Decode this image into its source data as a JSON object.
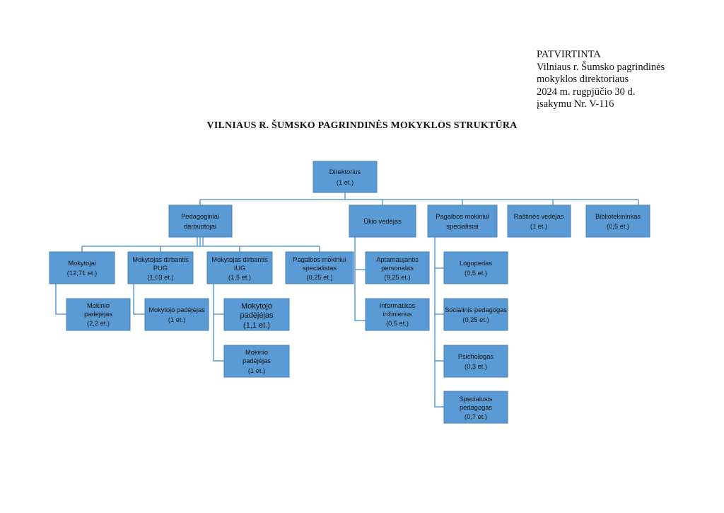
{
  "approval": {
    "lines": [
      "PATVIRTINTA",
      "Vilniaus r. Šumsko pagrindinės",
      "mokyklos direktoriaus",
      "2024 m. rugpjūčio 30 d.",
      "įsakymu Nr. V-116"
    ]
  },
  "title": "VILNIAUS R. ŠUMSKO PAGRINDINĖS MOKYKLOS STRUKTŪRA",
  "colors": {
    "node_fill": "#5b9bd5",
    "connector": "#5b9bd5",
    "text": "#111111"
  },
  "org": {
    "director": {
      "name": "Direktorius",
      "count": "(1 et.)"
    },
    "pedagogical_staff": {
      "name": "Pedagoginiai darbuotojai"
    },
    "farm_manager": {
      "name": "Ūkio vedėjas"
    },
    "support_specialists": {
      "name": "Pagalbos mokiniui specialistai"
    },
    "office_manager": {
      "name": "Raštinės vedėjas",
      "count": "(1 et.)"
    },
    "librarian": {
      "name": "Bibliotekininkas",
      "count": "(0,5 et.)"
    },
    "teachers": {
      "name": "Mokytojai",
      "count": "(12,71 et.)"
    },
    "teacher_pug": {
      "name": "Mokytojas dirbantis PUG",
      "count": "(1,03 et.)"
    },
    "teacher_iug": {
      "name": "Mokytojas dirbantis IUG",
      "count": "(1,5 et.)"
    },
    "support_specialist_ped": {
      "name": "Pagalbos mokiniui specialistas",
      "count": "(0,25 et.)"
    },
    "student_assistant_1": {
      "name": "Mokinio padėjėjas",
      "count": "(2,2 et.)"
    },
    "teacher_assistant_pug": {
      "name": "Mokytojo padėjėjas",
      "count": "(1 et.)"
    },
    "teacher_assistant_iug": {
      "name": "Mokytojo padėjėjas",
      "count": "(1,1 et.)"
    },
    "student_assistant_2": {
      "name": "Mokinio padėjėjas",
      "count": "(1 et.)"
    },
    "service_staff": {
      "name": "Aptarnaujantis personalas",
      "count": "(9,25 et.)"
    },
    "it_engineer": {
      "name": "Informatikos inžinierius",
      "count": "(0,5 et.)"
    },
    "speech_therapist": {
      "name": "Logopedas",
      "count": "(0,5 et.)"
    },
    "social_pedagogue": {
      "name": "Socialinis pedagogas",
      "count": "(0,25 et.)"
    },
    "psychologist": {
      "name": "Psichologas",
      "count": "(0,3 et.)"
    },
    "special_pedagogue": {
      "name": "Specialusis pedagogas",
      "count": "(0,7 et.)"
    }
  }
}
